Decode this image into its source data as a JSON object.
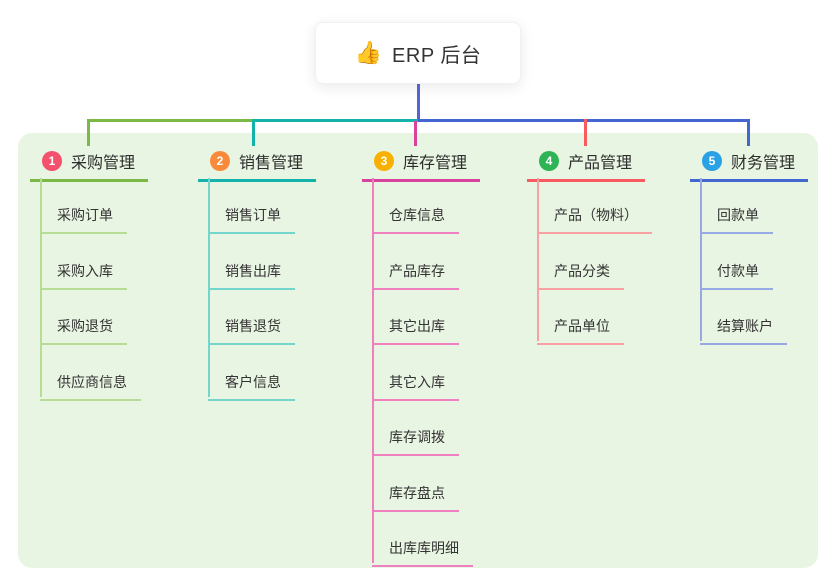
{
  "root": {
    "icon_glyph": "👍",
    "label": "ERP 后台"
  },
  "panel": {
    "bg_color": "#e9f5e3"
  },
  "connector": {
    "root_color": "#5365d2"
  },
  "branches": [
    {
      "num": "1",
      "label": "采购管理",
      "badge_color": "#f4516c",
      "line_color": "#7cb845",
      "child_line_color": "#b7dc95",
      "children": [
        "采购订单",
        "采购入库",
        "采购退货",
        "供应商信息"
      ]
    },
    {
      "num": "2",
      "label": "销售管理",
      "badge_color": "#f98a3c",
      "line_color": "#13b3ab",
      "child_line_color": "#74d5cd",
      "children": [
        "销售订单",
        "销售出库",
        "销售退货",
        "客户信息"
      ]
    },
    {
      "num": "3",
      "label": "库存管理",
      "badge_color": "#f8b100",
      "line_color": "#d9439d",
      "child_line_color": "#ef7fbf",
      "children": [
        "仓库信息",
        "产品库存",
        "其它出库",
        "其它入库",
        "库存调拨",
        "库存盘点",
        "出库库明细"
      ]
    },
    {
      "num": "4",
      "label": "产品管理",
      "badge_color": "#2eb454",
      "line_color": "#f85a60",
      "child_line_color": "#f9a0a2",
      "children": [
        "产品（物料）",
        "产品分类",
        "产品单位"
      ]
    },
    {
      "num": "5",
      "label": "财务管理",
      "badge_color": "#2aa0e5",
      "line_color": "#4466d0",
      "child_line_color": "#97a9e2",
      "children": [
        "回款单",
        "付款单",
        "结算账户"
      ]
    }
  ]
}
